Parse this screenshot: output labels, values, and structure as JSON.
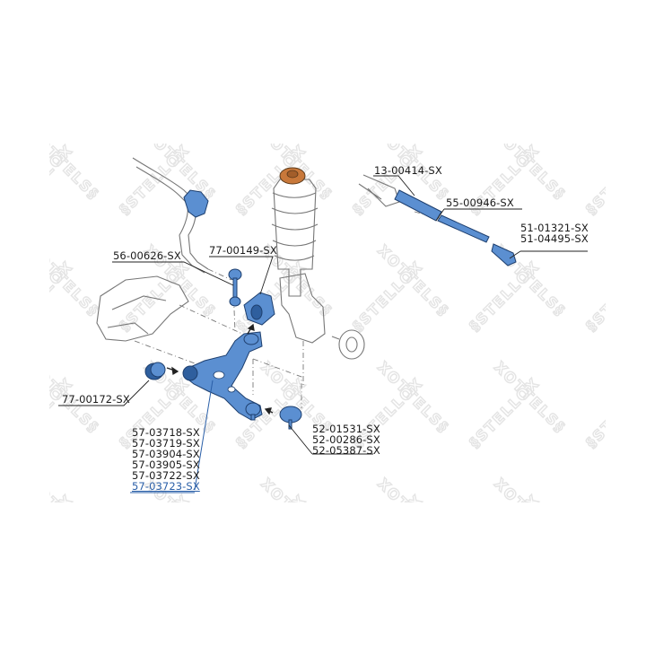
{
  "diagram": {
    "title": "Front suspension and steering exploded parts diagram",
    "watermark": "STELLOX",
    "colors": {
      "part_fill": "#5b8fd1",
      "part_dark": "#2f5f9e",
      "strut_mount": "#c8783a",
      "line_art": "#6a6a6a",
      "label_text": "#1a1a1a",
      "selected_label": "#2a5fa8",
      "watermark": "#e6e6e6"
    },
    "labels": {
      "rack_boot": "13-00414-SX",
      "tie_rod": "55-00946-SX",
      "tie_rod_end": [
        "51-01321-SX",
        "51-04495-SX"
      ],
      "stabilizer_link": "56-00626-SX",
      "arm_bushing_rear": "77-00149-SX",
      "arm_bushing_front": "77-00172-SX",
      "control_arm": [
        "57-03718-SX",
        "57-03719-SX",
        "57-03904-SX",
        "57-03905-SX",
        "57-03722-SX"
      ],
      "control_arm_selected": "57-03723-SX",
      "ball_joint": [
        "52-01531-SX",
        "52-00286-SX",
        "52-05387-SX"
      ]
    }
  }
}
